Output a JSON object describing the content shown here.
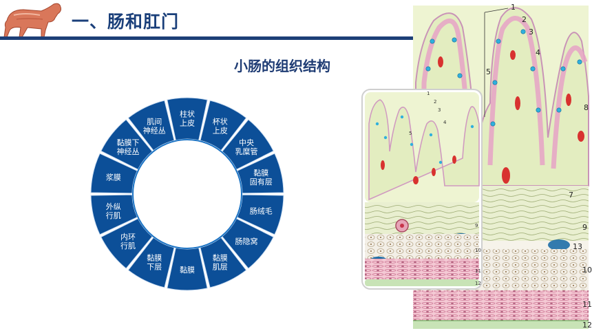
{
  "header": {
    "title": "一、肠和肛门"
  },
  "subtitle": "小肠的组织结构",
  "colors": {
    "ring_dark": "#0c4f98",
    "ring_light": "#1d74c4",
    "title_blue": "#1a3f7a",
    "mucosa_pink": "#e8a9c8",
    "lamina_green": "#e6efc6",
    "goblet_blue": "#29a9d6"
  },
  "ring": {
    "segments": [
      {
        "lines": [
          "柱状",
          "上皮"
        ]
      },
      {
        "lines": [
          "杯状",
          "上皮"
        ]
      },
      {
        "lines": [
          "中央",
          "乳糜管"
        ]
      },
      {
        "lines": [
          "黏膜",
          "固有层"
        ]
      },
      {
        "lines": [
          "肠绒毛"
        ]
      },
      {
        "lines": [
          "肠隐窝"
        ]
      },
      {
        "lines": [
          "黏膜",
          "肌层"
        ]
      },
      {
        "lines": [
          "黏膜"
        ]
      },
      {
        "lines": [
          "黏膜",
          "下层"
        ]
      },
      {
        "lines": [
          "内环",
          "行肌"
        ]
      },
      {
        "lines": [
          "外纵",
          "行肌"
        ]
      },
      {
        "lines": [
          "浆膜"
        ]
      },
      {
        "lines": [
          "黏膜下",
          "神经丛"
        ]
      },
      {
        "lines": [
          "肌间",
          "神经丛"
        ]
      }
    ]
  },
  "diagram_labels": {
    "large": [
      "1",
      "2",
      "3",
      "4",
      "5",
      "8",
      "7",
      "9",
      "13",
      "10",
      "11",
      "12"
    ],
    "small": [
      "1",
      "2",
      "3",
      "4",
      "5",
      "9",
      "10",
      "11",
      "12"
    ]
  }
}
